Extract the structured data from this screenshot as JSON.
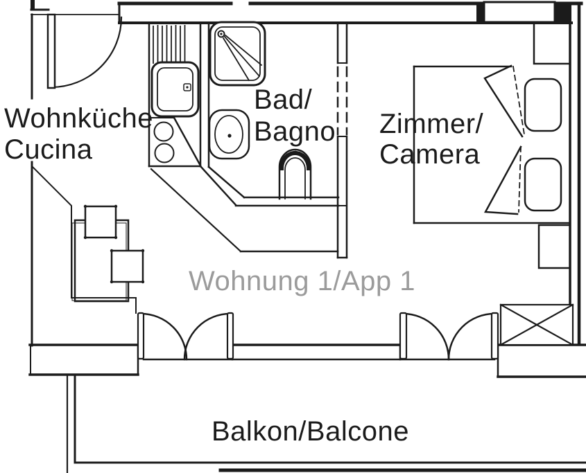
{
  "plan": {
    "type": "apartment-floor-plan",
    "apartment": "Wohnung 1/App 1",
    "rooms": [
      {
        "id": "living-kitchen",
        "label_de": "Wohnküche",
        "label_it": "Cucina"
      },
      {
        "id": "bathroom",
        "label_de": "Bad/",
        "label_it": "Bagno"
      },
      {
        "id": "bedroom",
        "label_de": "Zimmer/",
        "label_it": "Camera"
      },
      {
        "id": "balcony",
        "label": "Balkon/Balcone"
      }
    ]
  },
  "labels": {
    "kitchen_de": "Wohnküche",
    "kitchen_it": "Cucina",
    "bath_de": "Bad/",
    "bath_it": "Bagno",
    "bedroom_de": "Zimmer/",
    "bedroom_it": "Camera",
    "apartment": "Wohnung 1/App 1",
    "balcony": "Balkon/Balcone"
  },
  "fixtures": [
    "entrance-door",
    "kitchen-counter",
    "kitchen-sink",
    "cooktop-burners",
    "shower",
    "washbasin",
    "toilet",
    "double-bed",
    "pillows",
    "duvet-folds",
    "wardrobe",
    "nightstand",
    "desk",
    "chair",
    "french-door",
    "shaft-x-box",
    "balcony-slab"
  ],
  "colors": {
    "ink": "#1b1b1b",
    "apartment_label": "#9b9b9b",
    "background": "#ffffff"
  }
}
